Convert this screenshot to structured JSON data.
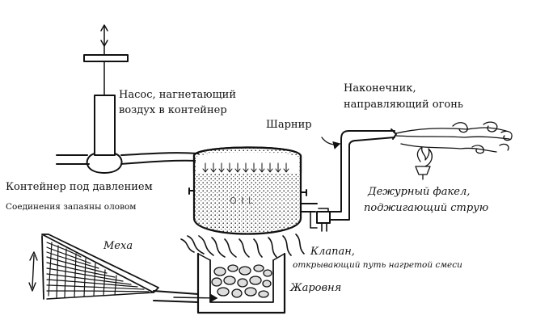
{
  "labels": {
    "pump_line1": "Насос, нагнетающий",
    "pump_line2": "воздух в контейнер",
    "nozzle_line1": "Наконечник,",
    "nozzle_line2": "направляющий огонь",
    "hinge": "Шарнир",
    "container": "Контейнер под давлением",
    "joints": "Соединения запаяны оловом",
    "pilot_line1": "Дежурный факел,",
    "pilot_line2": "поджигающий струю",
    "bellows": "Меха",
    "valve_line1": "Клапан,",
    "valve_line2": "открывающий путь нагретой смеси",
    "brazier": "Жаровня",
    "oil": "O I L"
  },
  "colors": {
    "ink": "#111111",
    "background": "#ffffff"
  }
}
